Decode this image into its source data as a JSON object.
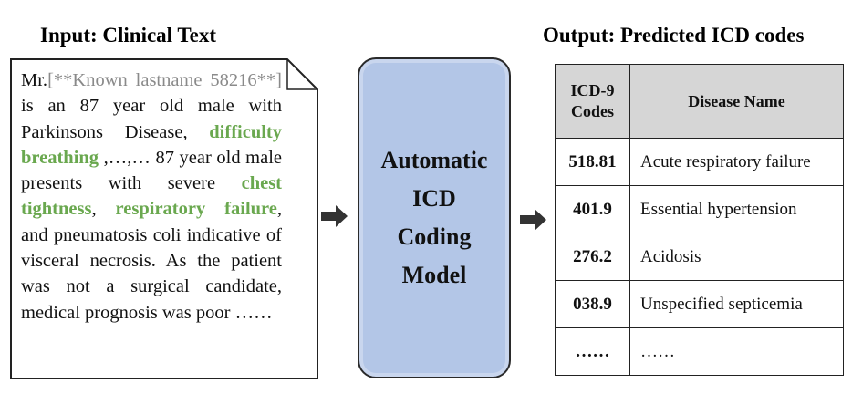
{
  "input_heading": "Input: Clinical Text",
  "output_heading": "Output: Predicted ICD codes",
  "note": {
    "segments": [
      {
        "text": "Mr.",
        "style": "plain"
      },
      {
        "text": "[**Known lastname 58216**]",
        "style": "masked"
      },
      {
        "text": " is an 87 year old male with Parkinsons Disease, ",
        "style": "plain"
      },
      {
        "text": "difficulty breathing",
        "style": "symptom"
      },
      {
        "text": " ,…,… 87 year old male presents with severe ",
        "style": "plain"
      },
      {
        "text": "chest tightness",
        "style": "symptom"
      },
      {
        "text": ", ",
        "style": "plain"
      },
      {
        "text": "respiratory failure",
        "style": "symptom"
      },
      {
        "text": ", and pneumatosis coli indicative of visceral necrosis.  As the patient was not a surgical candidate, medical prognosis was poor ……",
        "style": "plain"
      }
    ]
  },
  "model": {
    "lines": [
      "Automatic",
      "ICD",
      "Coding",
      "Model"
    ]
  },
  "table": {
    "headers": [
      "ICD-9 Codes",
      "Disease Name"
    ],
    "rows": [
      {
        "code": "518.81",
        "name": "Acute respiratory failure"
      },
      {
        "code": "401.9",
        "name": "Essential hypertension"
      },
      {
        "code": "276.2",
        "name": "Acidosis"
      },
      {
        "code": "038.9",
        "name": "Unspecified septicemia"
      },
      {
        "code": "……",
        "name": "……"
      }
    ]
  },
  "icons": {
    "input_arrow": "arrow-right-icon",
    "output_arrow": "arrow-right-icon"
  },
  "colors": {
    "symptom_highlight": "#6aa84f",
    "masked_text": "#8a8a8a",
    "model_fill": "#b3c6e7",
    "table_header_fill": "#d6d6d6"
  }
}
